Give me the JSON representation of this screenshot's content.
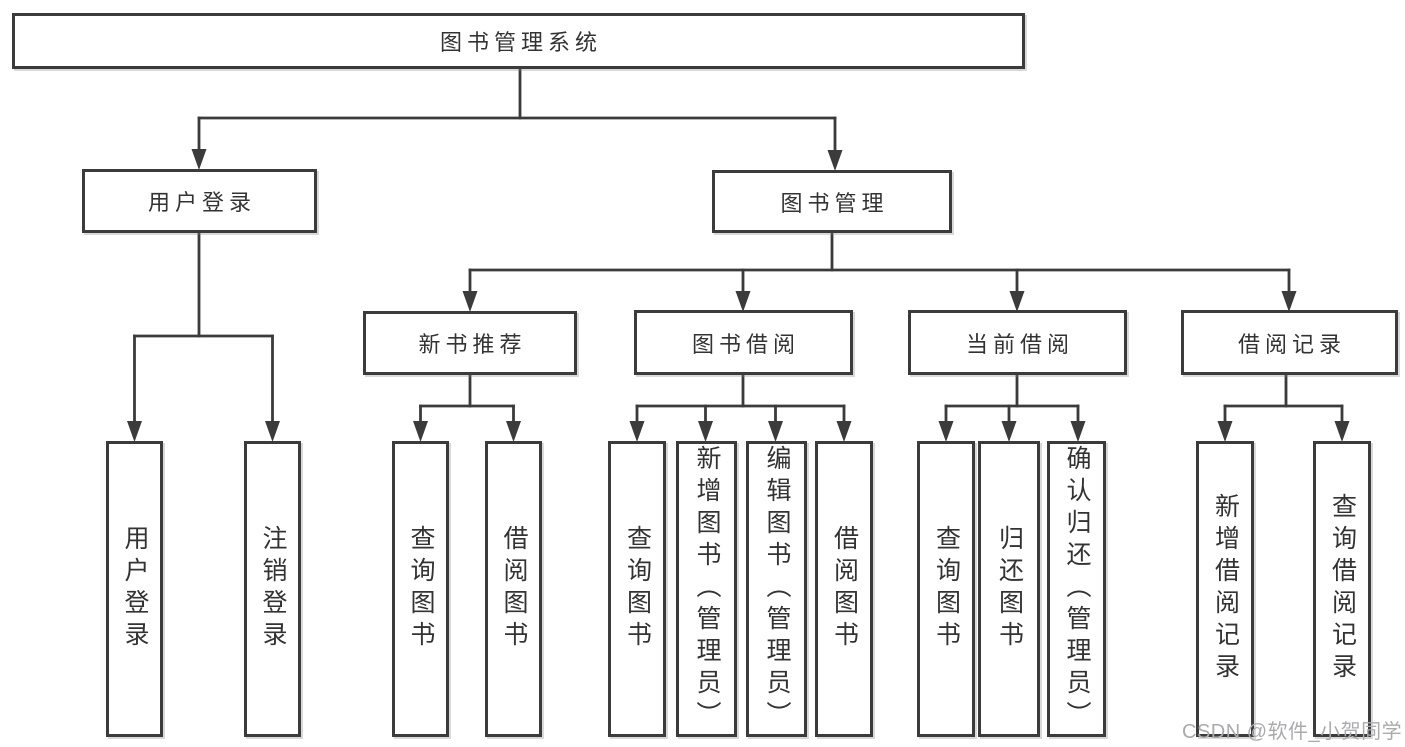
{
  "tree": {
    "label": "图书管理系统",
    "children": [
      {
        "label": "用户登录",
        "children": [
          {
            "label": "用户登录"
          },
          {
            "label": "注销登录"
          }
        ]
      },
      {
        "label": "图书管理",
        "children": [
          {
            "label": "新书推荐",
            "children": [
              {
                "label": "查询图书"
              },
              {
                "label": "借阅图书"
              }
            ]
          },
          {
            "label": "图书借阅",
            "children": [
              {
                "label": "查询图书"
              },
              {
                "label": "新增图书（管理员）"
              },
              {
                "label": "编辑图书（管理员）"
              },
              {
                "label": "借阅图书"
              }
            ]
          },
          {
            "label": "当前借阅",
            "children": [
              {
                "label": "查询图书"
              },
              {
                "label": "归还图书"
              },
              {
                "label": "确认归还（管理员）"
              }
            ]
          },
          {
            "label": "借阅记录",
            "children": [
              {
                "label": "新增借阅记录"
              },
              {
                "label": "查询借阅记录"
              }
            ]
          }
        ]
      }
    ]
  },
  "watermark": {
    "text": "CSDN @软件_小贺同学"
  },
  "colors": {
    "line": "#3b3b3c",
    "text": "#333333",
    "watermark_text": "#abaaae",
    "box_fill": "#ffffff",
    "background": "#ffffff"
  }
}
